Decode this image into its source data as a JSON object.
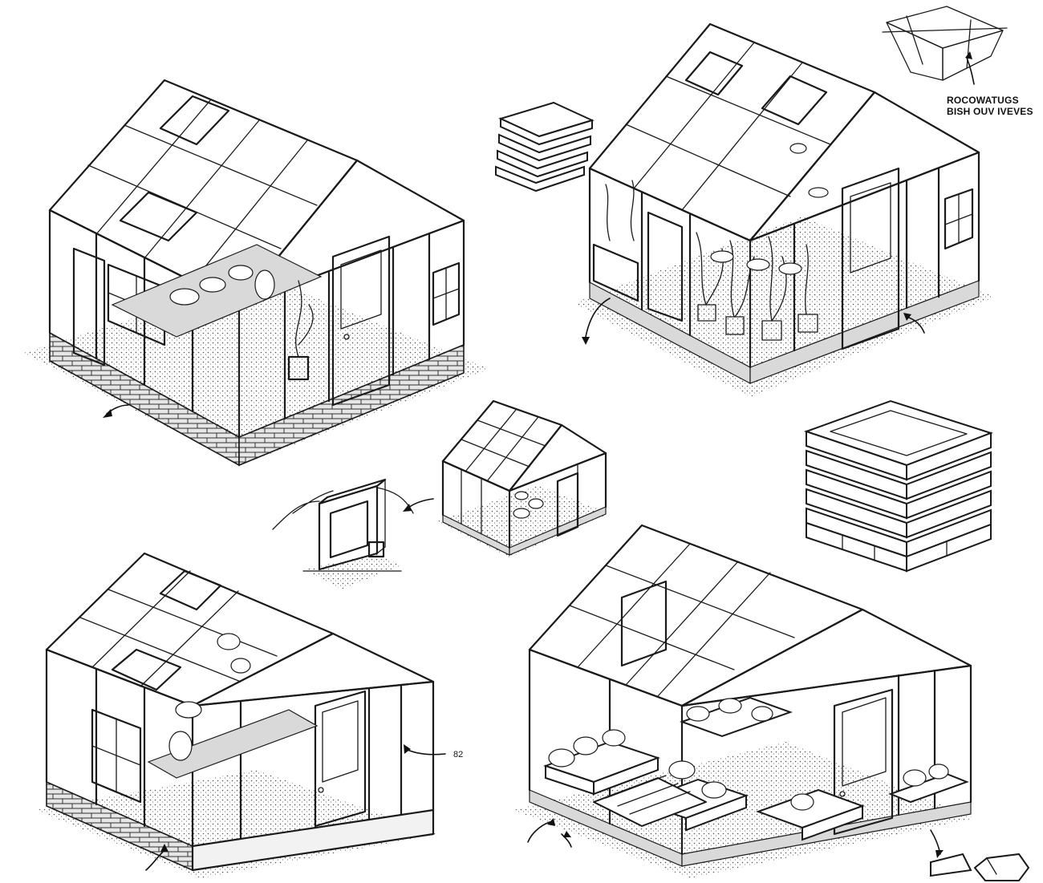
{
  "title": "",
  "annotations": {
    "top_right_label_line1": "ROCOWATUGS",
    "top_right_label_line2": "BISH OUV IVEVES",
    "side_label": "82"
  },
  "drawings": [
    {
      "id": "greenhouse-top-left",
      "kind": "greenhouse with brick base"
    },
    {
      "id": "greenhouse-top-right",
      "kind": "greenhouse with plants"
    },
    {
      "id": "greenhouse-small-center",
      "kind": "small greenhouse"
    },
    {
      "id": "greenhouse-bottom-left",
      "kind": "greenhouse with brick base"
    },
    {
      "id": "greenhouse-bottom-right",
      "kind": "greenhouse with raised beds"
    },
    {
      "id": "crate-stack",
      "kind": "stacked pallet crates"
    },
    {
      "id": "panel-stack",
      "kind": "stacked panels"
    },
    {
      "id": "wire-box",
      "kind": "wire frame box"
    },
    {
      "id": "cold-frame",
      "kind": "cold frame with bucket"
    },
    {
      "id": "bottom-right-blocks",
      "kind": "blocks"
    }
  ],
  "colors": {
    "ink": "#1a1a1a",
    "background": "#ffffff",
    "soil": "#d9d9d9"
  }
}
